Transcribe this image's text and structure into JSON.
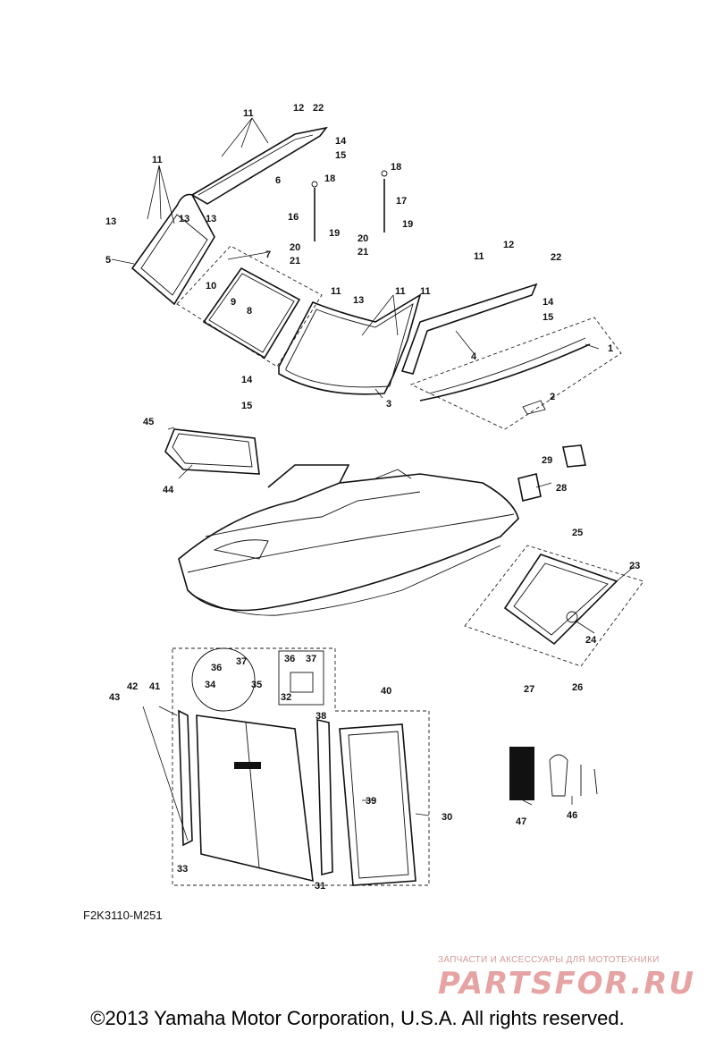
{
  "diagram": {
    "drawing_code": "F2K3110-M251",
    "copyright": "©2013 Yamaha Motor Corporation, U.S.A. All rights reserved.",
    "watermark": {
      "subtitle": "ЗАПЧАСТИ И АКСЕССУАРЫ ДЛЯ МОТОТЕХНИКИ",
      "logo": "PARTSFOR.RU"
    },
    "callouts": [
      "1",
      "2",
      "3",
      "4",
      "5",
      "6",
      "7",
      "8",
      "9",
      "10",
      "11",
      "11",
      "11",
      "11",
      "11",
      "11",
      "12",
      "12",
      "13",
      "13",
      "13",
      "13",
      "14",
      "14",
      "14",
      "15",
      "15",
      "15",
      "16",
      "17",
      "18",
      "18",
      "19",
      "19",
      "20",
      "20",
      "21",
      "21",
      "22",
      "22",
      "23",
      "24",
      "25",
      "26",
      "27",
      "28",
      "29",
      "30",
      "31",
      "32",
      "33",
      "34",
      "35",
      "36",
      "37",
      "36",
      "37",
      "38",
      "39",
      "40",
      "41",
      "42",
      "43",
      "44",
      "45",
      "46",
      "47"
    ]
  }
}
